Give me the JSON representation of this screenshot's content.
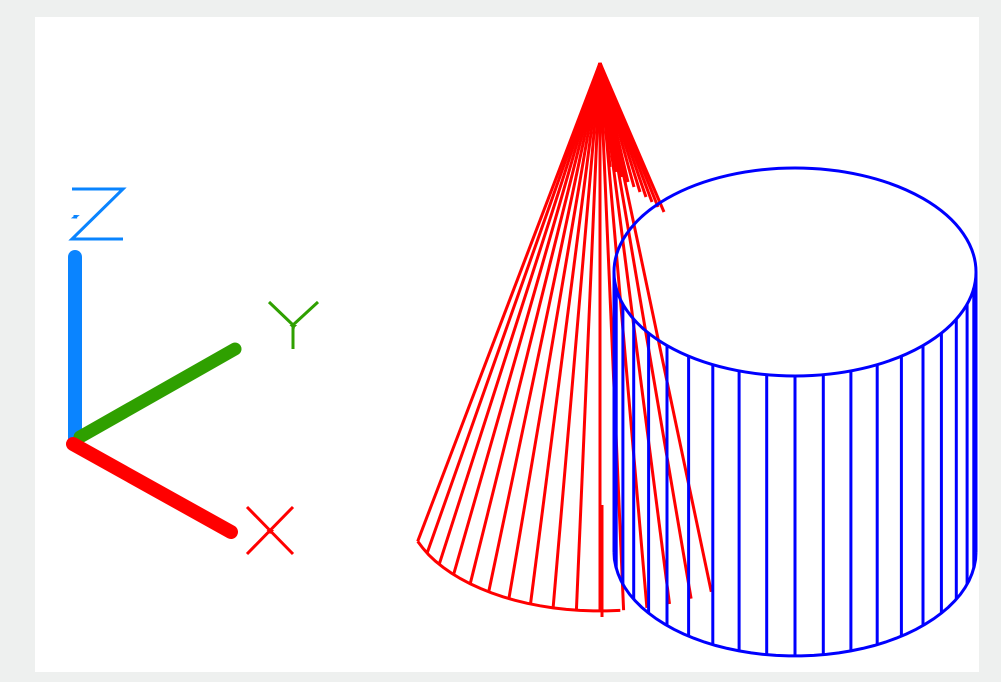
{
  "colors": {
    "background": "#eef0ef",
    "viewport": "#ffffff",
    "x_axis": "#ff0000",
    "y_axis": "#2fa000",
    "z_axis": "#0a84ff",
    "cone": "#ff0000",
    "cylinder": "#0000ff"
  },
  "axes": {
    "x": {
      "label": "X"
    },
    "y": {
      "label": "Y"
    },
    "z": {
      "label": "Z"
    }
  }
}
